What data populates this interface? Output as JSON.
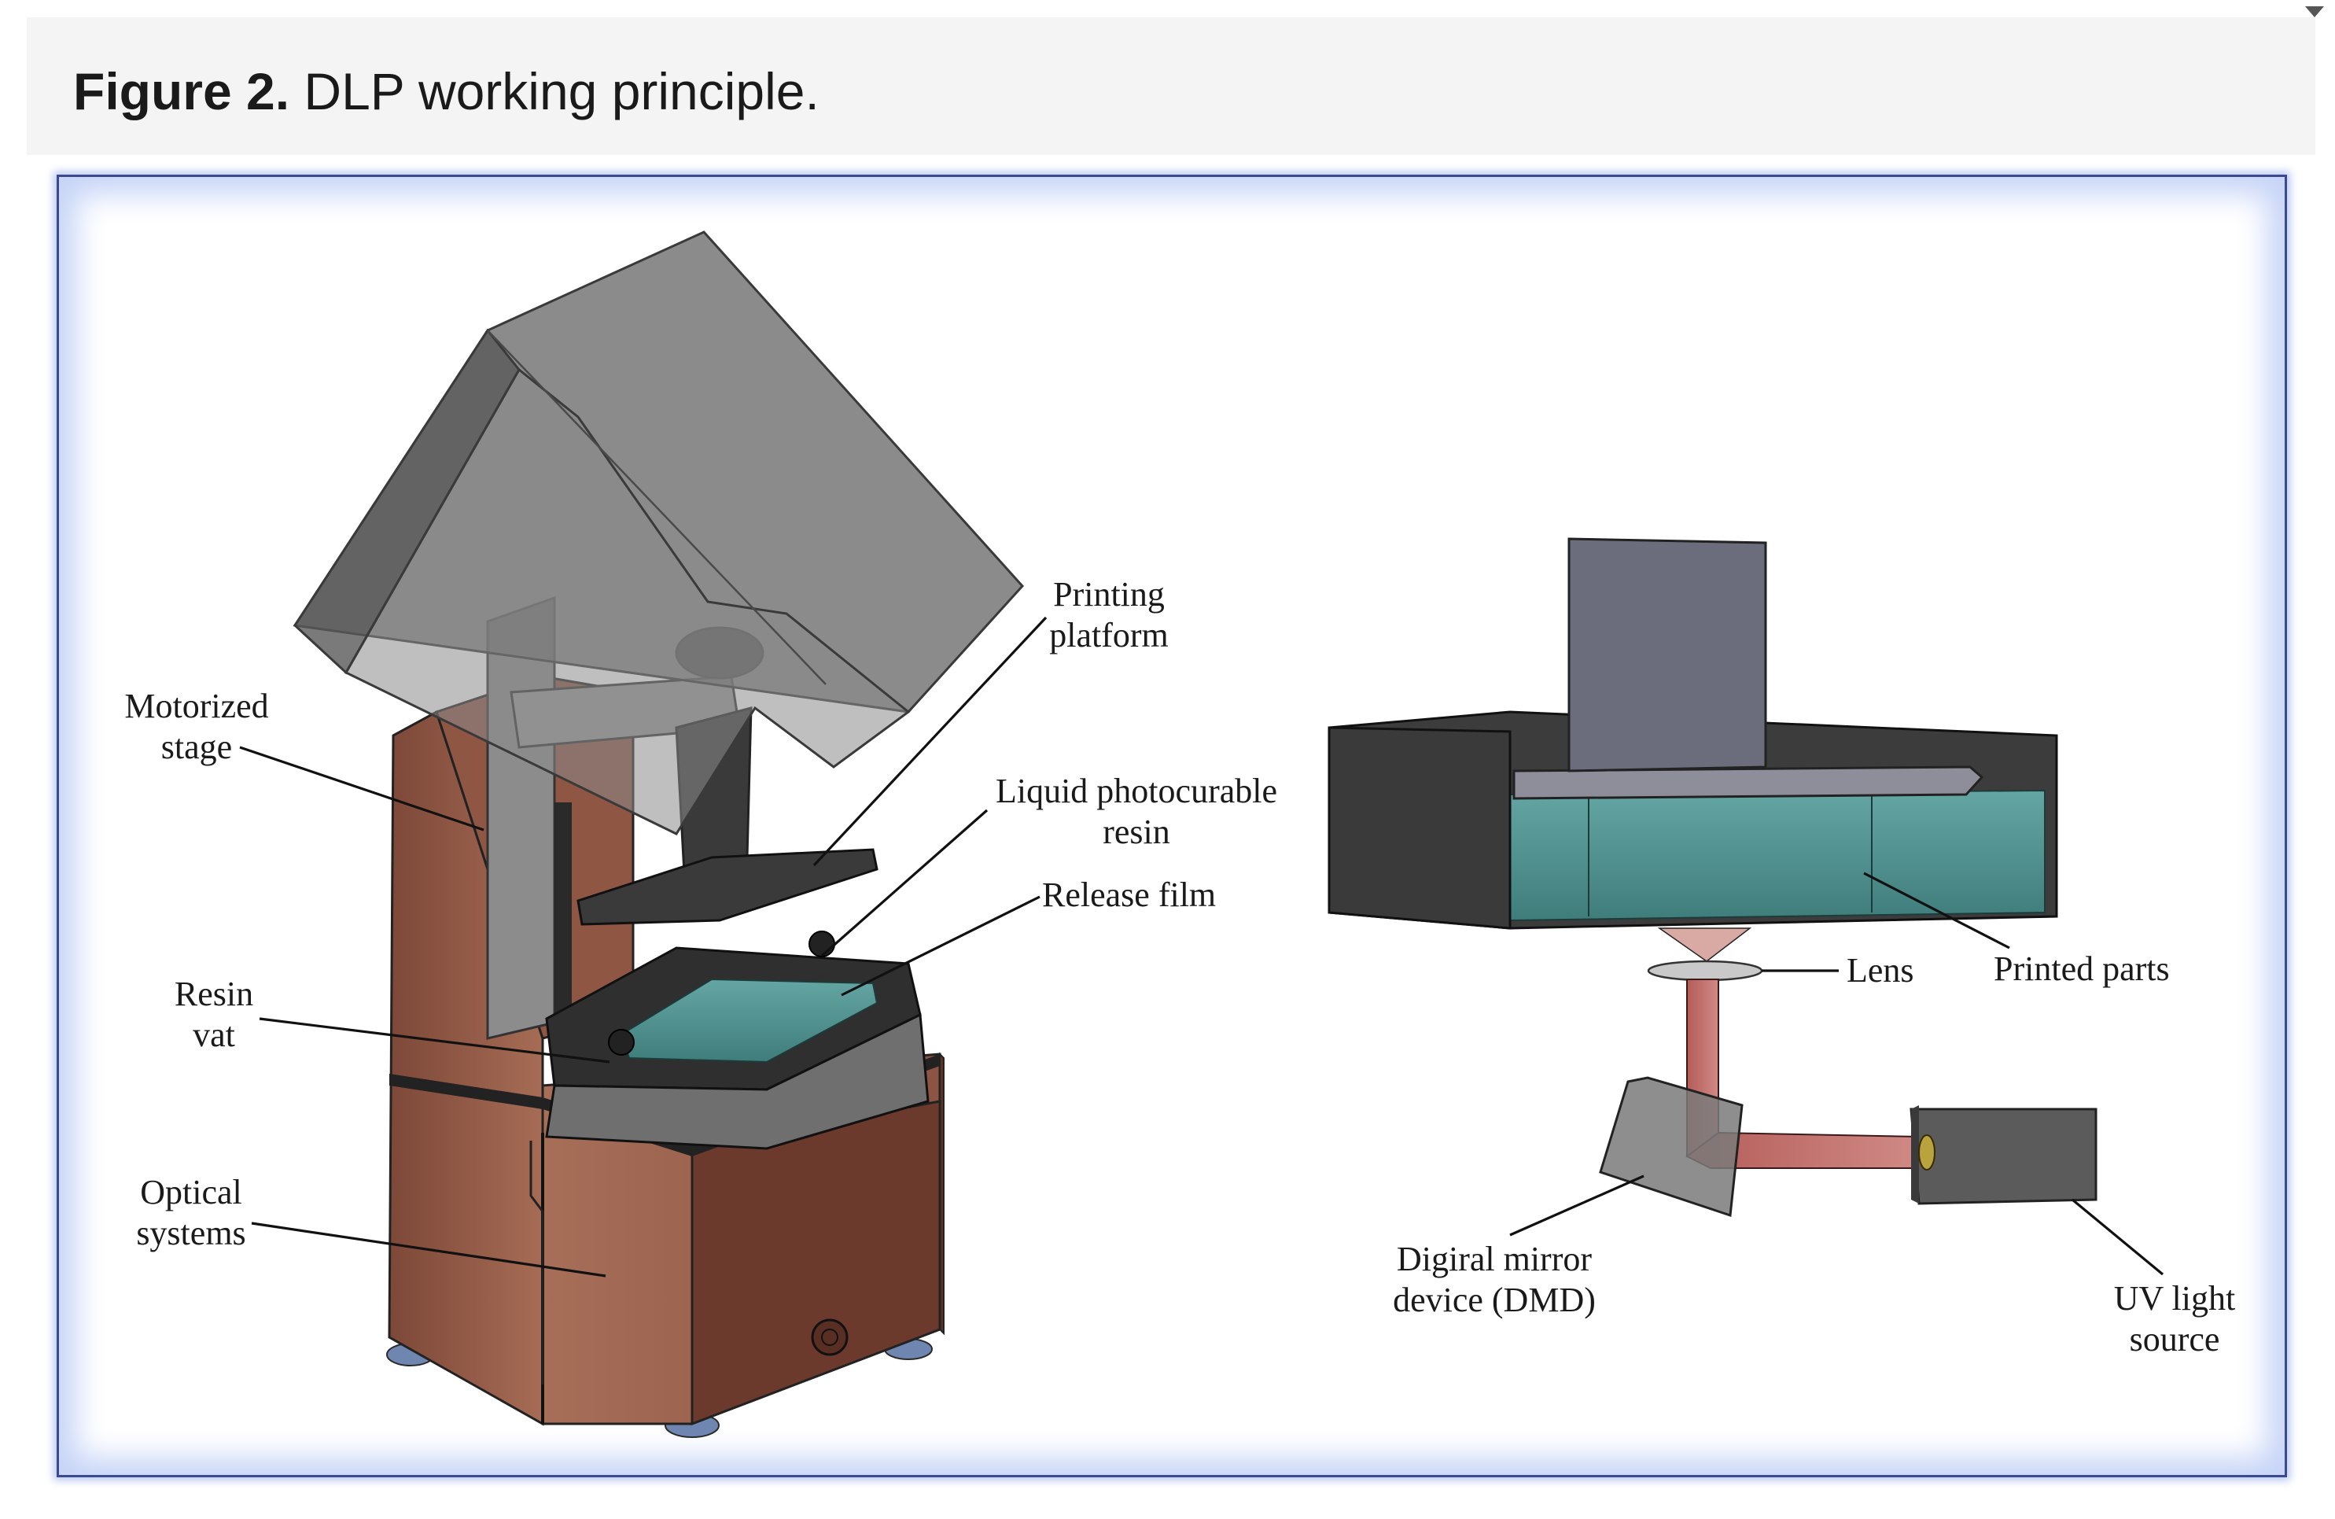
{
  "figure": {
    "label": "Figure 2.",
    "title": "DLP working principle."
  },
  "printer_labels": {
    "printing_platform": [
      "Printing",
      "platform"
    ],
    "motorized_stage": [
      "Motorized",
      "stage"
    ],
    "liquid_resin": [
      "Liquid photocurable",
      "resin"
    ],
    "release_film": [
      "Release film"
    ],
    "resin_vat": [
      "Resin",
      "vat"
    ],
    "optical_systems": [
      "Optical",
      "systems"
    ]
  },
  "schematic_labels": {
    "lens": [
      "Lens"
    ],
    "printed_parts": [
      "Printed parts"
    ],
    "dmd": [
      "Digiral mirror",
      "device (DMD)"
    ],
    "uv_source": [
      "UV light",
      "source"
    ]
  },
  "colors": {
    "frame_border": "#3b4a8f",
    "frame_glow": "#c6d4f7",
    "housing_copper": "#9a5f4b",
    "cover_gray": "#7d7d7d",
    "resin_teal": "#4d8f8d",
    "uv_beam": "#c26a66"
  }
}
